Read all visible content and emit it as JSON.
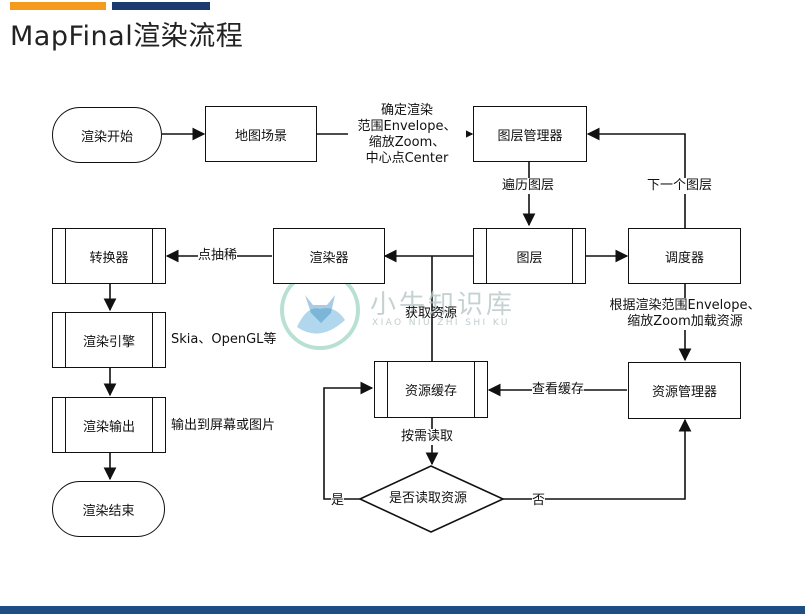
{
  "header": {
    "title": "MapFinal渲染流程"
  },
  "nodes": {
    "render_start": "渲染开始",
    "map_scene": "地图场景",
    "layer_manager": "图层管理器",
    "converter": "转换器",
    "renderer": "渲染器",
    "layer": "图层",
    "scheduler": "调度器",
    "render_engine": "渲染引擎",
    "resource_cache": "资源缓存",
    "resource_manager": "资源管理器",
    "render_output": "渲染输出",
    "render_end": "渲染结束",
    "decision": "是否读取资源"
  },
  "edge_labels": {
    "determine_range": "确定渲染\n范围Envelope、\n缩放Zoom、\n中心点Center",
    "traverse_layers": "遍历图层",
    "next_layer": "下一个图层",
    "point_thinning": "点抽稀",
    "get_resource": "获取资源",
    "load_resource": "根据渲染范围Envelope、\n缩放Zoom加载资源",
    "skia_opengl": "Skia、OpenGL等",
    "view_cache": "查看缓存",
    "read_on_demand": "按需读取",
    "output_to": "输出到屏幕或图片",
    "yes": "是",
    "no": "否"
  },
  "watermark": {
    "text": "小牛知识库",
    "subtext": "XIAO NIU ZHI SHI KU"
  },
  "colors": {
    "bar_orange": "#f39a1f",
    "bar_navy": "#1b3b6e",
    "bottom_bar": "#1d4f85",
    "stroke": "#111111"
  }
}
